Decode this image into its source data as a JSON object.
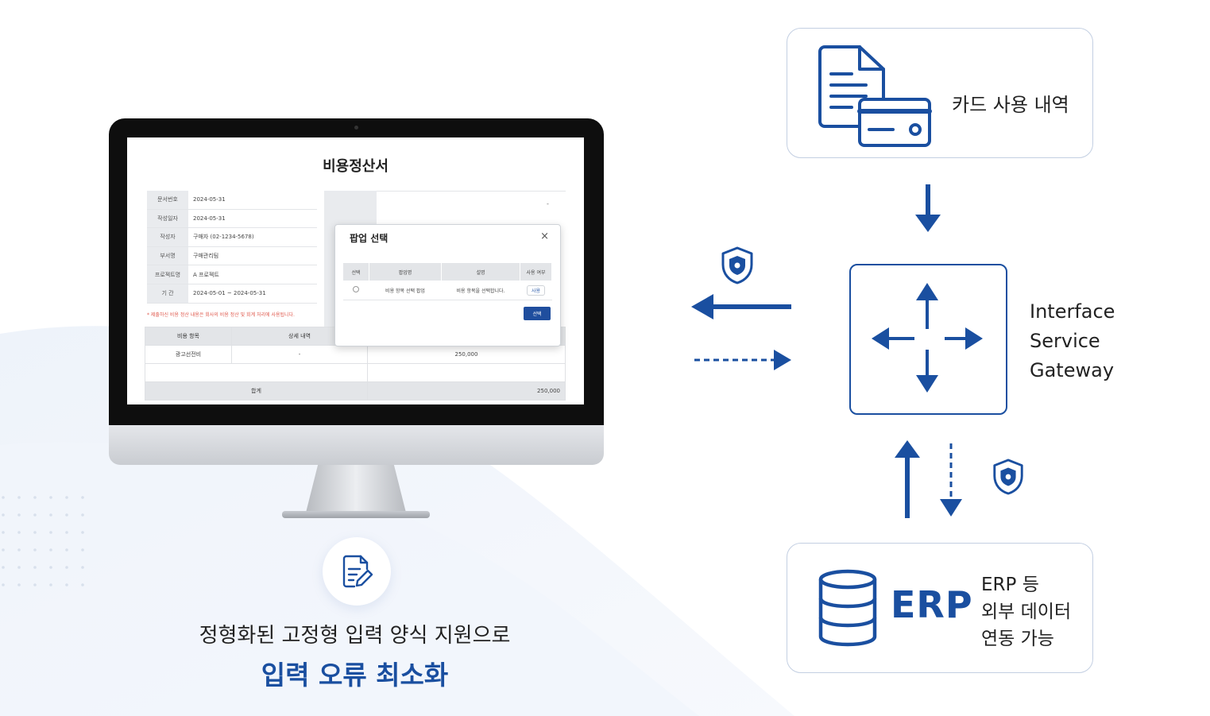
{
  "colors": {
    "accent": "#1a4fa0",
    "box_border": "#c3cfe2",
    "notice_red": "#e05a4e",
    "button_blue": "#1f4e9e"
  },
  "monitor": {
    "doc_title": "비용정산서",
    "info_rows": [
      {
        "label": "문서번호",
        "value": "2024-05-31"
      },
      {
        "label": "작성일자",
        "value": "2024-05-31"
      },
      {
        "label": "작성자",
        "value": "구매자 (02-1234-5678)"
      },
      {
        "label": "부서명",
        "value": "구매관리팀"
      },
      {
        "label": "프로젝트명",
        "value": "A 프로젝트"
      },
      {
        "label": "기 간",
        "value": "2024-05-01 ~ 2024-05-31"
      }
    ],
    "side_dash": "-",
    "notice": "* 제출하신 비용 정산 내용은 회사의 비용 정산 및 회계 처리에 사용됩니다.",
    "cost_table": {
      "headers": [
        "비용 항목",
        "상세 내역",
        ""
      ],
      "row": {
        "item": "광고선전비",
        "detail": "-",
        "amount": "250,000"
      },
      "sum_label": "합계",
      "sum_amount": "250,000"
    },
    "popup": {
      "title": "팝업 선택",
      "close": "×",
      "headers": [
        "선택",
        "팝업명",
        "설명",
        "사용 여부"
      ],
      "row": {
        "name": "비용 항목 선택 팝업",
        "desc": "비용 항목을 선택합니다.",
        "use": "사용"
      },
      "button": "선택"
    }
  },
  "caption": {
    "line1": "정형화된 고정형 입력 양식 지원으로",
    "line2": "입력 오류 최소화"
  },
  "diagram": {
    "card_label": "카드 사용 내역",
    "gateway_lines": [
      "Interface",
      "Service",
      "Gateway"
    ],
    "erp_big": "ERP",
    "erp_lines": [
      "ERP 등",
      "외부 데이터",
      "연동 가능"
    ]
  },
  "icons": {
    "document_card": "document-credit-card-icon",
    "gateway": "four-way-arrows-icon",
    "database": "database-icon",
    "shield": "shield-icon",
    "edit_doc": "document-edit-icon"
  }
}
